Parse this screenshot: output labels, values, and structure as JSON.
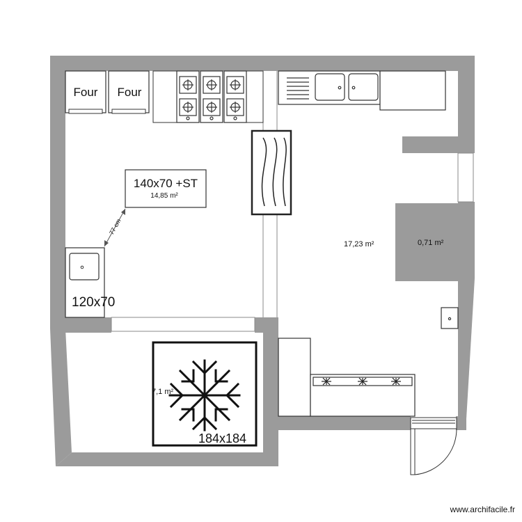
{
  "plan": {
    "appliances": {
      "oven_1": "Four",
      "oven_2": "Four"
    },
    "labels": {
      "table_size": "140x70 +ST",
      "area_kitchen": "14,85 m²",
      "area_main": "17,23 m²",
      "area_small": "0,71 m²",
      "area_cold_room": "7,1 m²",
      "sink_table_size": "120x70",
      "cold_room_size": "184x184",
      "dimension": "77 cm"
    },
    "footer": {
      "watermark": "www.archifacile.fr"
    },
    "colors": {
      "wall": "#9b9b9b",
      "stroke": "#333333",
      "text": "#111111"
    }
  }
}
